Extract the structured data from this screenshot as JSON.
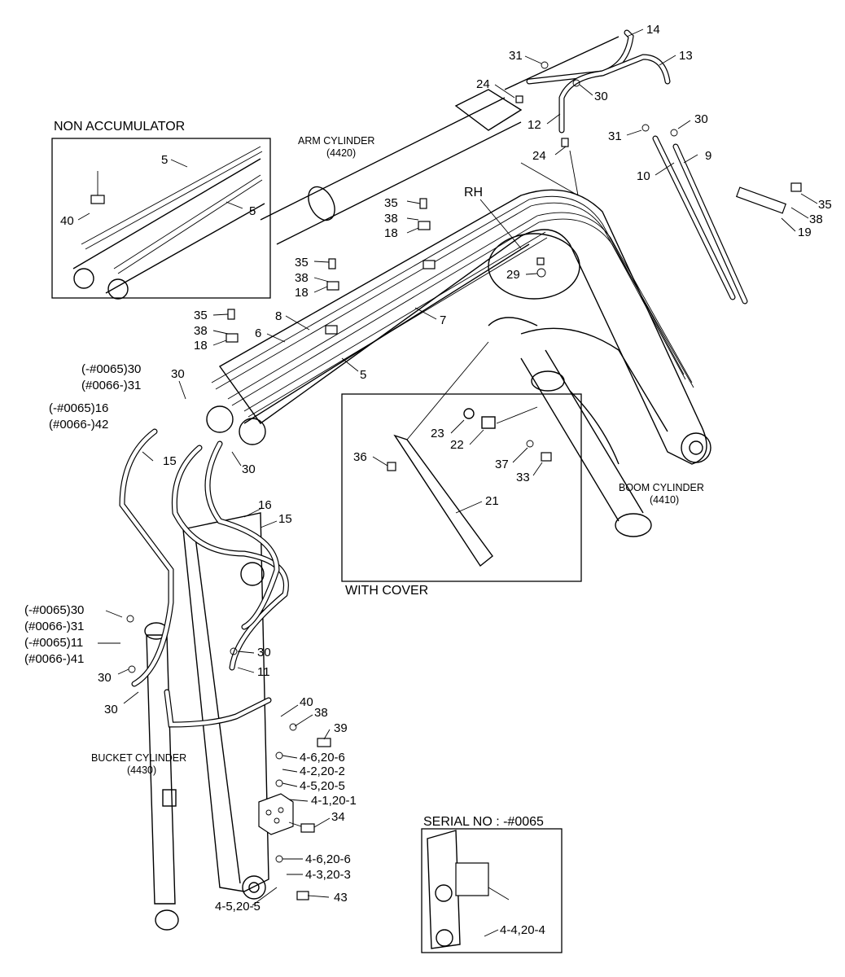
{
  "captions": {
    "non_accumulator": "NON ACCUMULATOR",
    "with_cover": "WITH COVER",
    "serial_no": "SERIAL NO : -#0065",
    "rh": "RH"
  },
  "cylinders": {
    "arm": {
      "name": "ARM CYLINDER",
      "code": "(4420)"
    },
    "boom": {
      "name": "BOOM CYLINDER",
      "code": "(4410)"
    },
    "bucket": {
      "name": "BUCKET CYLINDER",
      "code": "(4430)"
    }
  },
  "part_labels": [
    "14",
    "13",
    "31",
    "24",
    "30",
    "12",
    "31",
    "30",
    "24",
    "9",
    "10",
    "5",
    "5",
    "40",
    "35",
    "38",
    "18",
    "35",
    "38",
    "19",
    "29",
    "35",
    "38",
    "18",
    "8",
    "7",
    "35",
    "38",
    "18",
    "6",
    "5",
    "(-#0065)30",
    "(#0066-)31",
    "30",
    "(-#0065)16",
    "(#0066-)42",
    "15",
    "30",
    "23",
    "22",
    "36",
    "37",
    "33",
    "21",
    "16",
    "15",
    "(-#0065)30",
    "(#0066-)31",
    "(-#0065)11",
    "(#0066-)41",
    "30",
    "30",
    "30",
    "11",
    "40",
    "38",
    "39",
    "4-6,20-6",
    "4-2,20-2",
    "4-5,20-5",
    "4-1,20-1",
    "34",
    "4-6,20-6",
    "4-3,20-3",
    "4-5,20-5",
    "43",
    "4-4,20-4"
  ]
}
